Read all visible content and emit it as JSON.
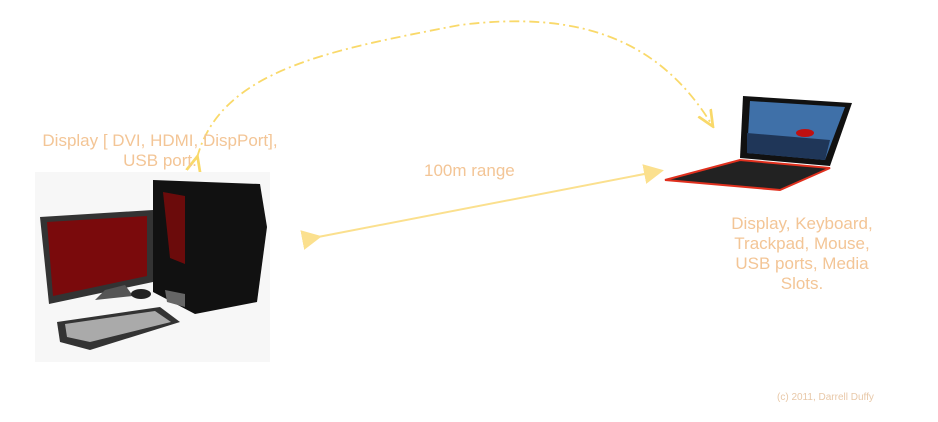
{
  "desktop": {
    "label_line1": "Display [ DVI, HDMI, DispPort],",
    "label_line2": "USB port."
  },
  "laptop": {
    "label_lines": [
      "Display, Keyboard,",
      "Trackpad, Mouse,",
      "USB ports, Media",
      "Slots."
    ]
  },
  "link": {
    "label": "100m range"
  },
  "copyright": "(c) 2011, Darrell Duffy",
  "colors": {
    "text": "#f3c596",
    "arrow": "#fbe08e",
    "dashed_arrow": "#f9d96a"
  }
}
